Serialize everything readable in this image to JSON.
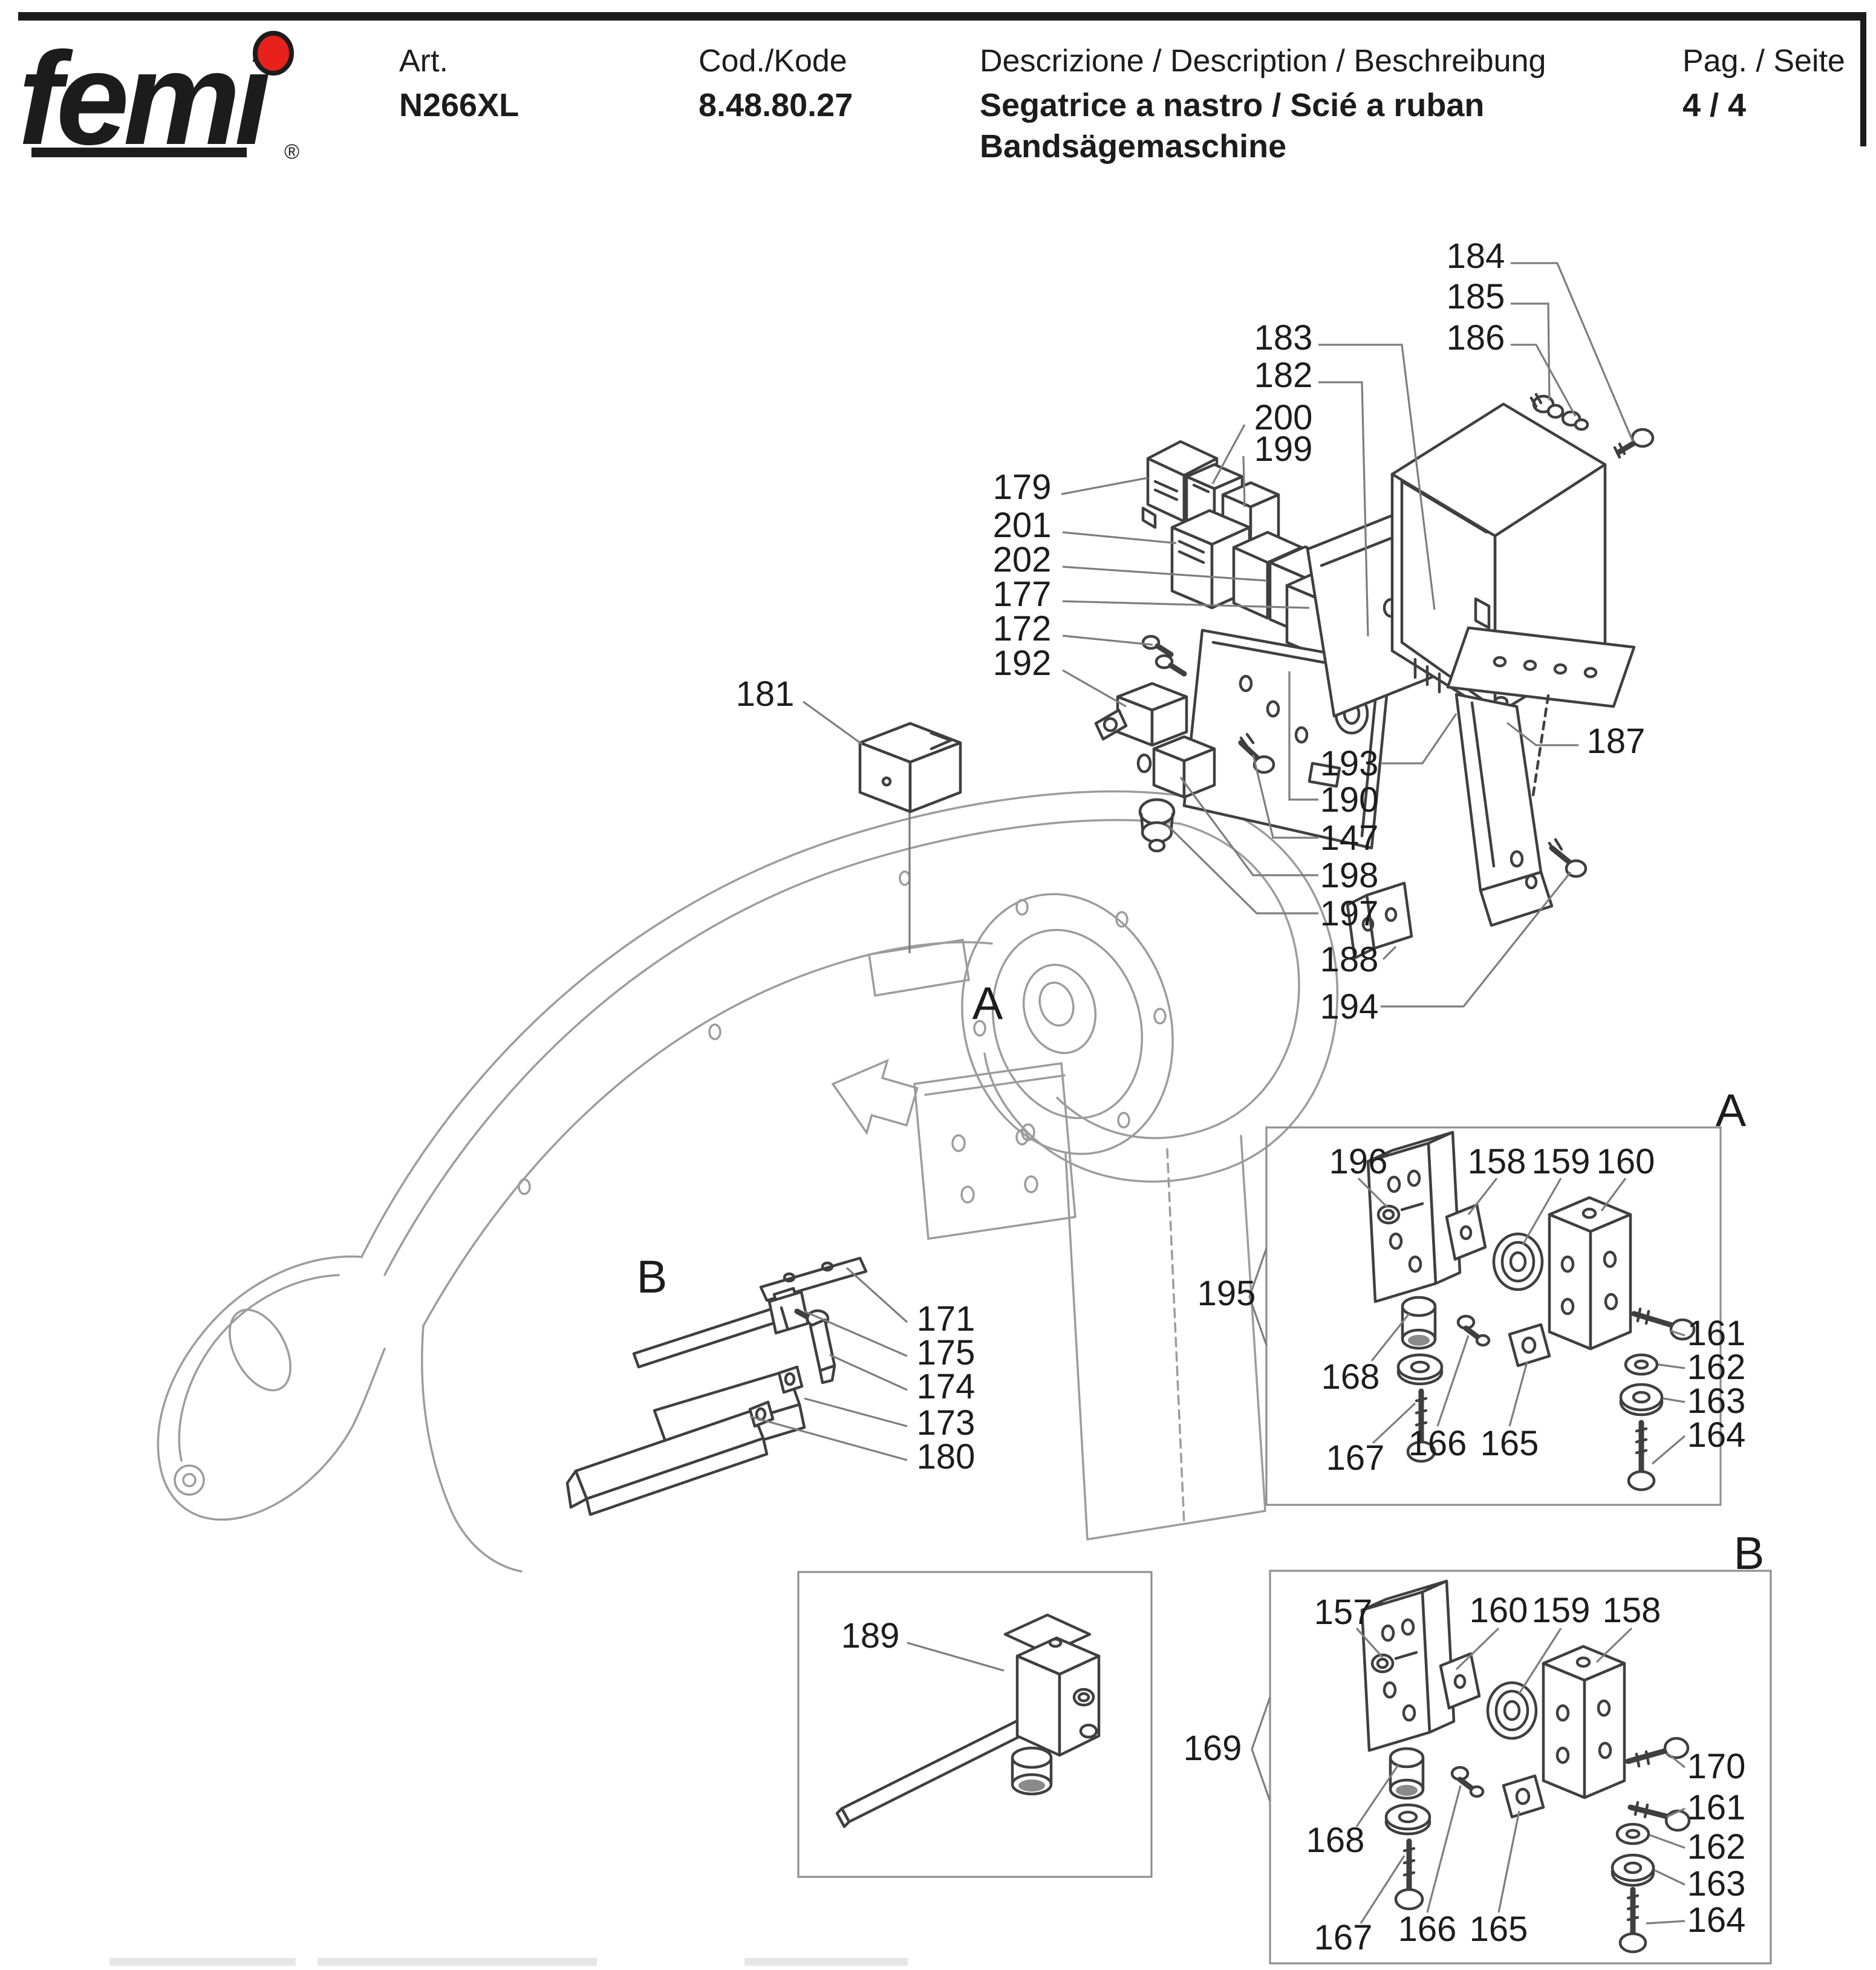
{
  "header": {
    "logo": {
      "text": "femi",
      "reg": "®",
      "dot_color": "#e8211d"
    },
    "art": {
      "label": "Art.",
      "value": "N266XL"
    },
    "code": {
      "label": "Cod./Kode",
      "value": "8.48.80.27"
    },
    "description": {
      "label": "Descrizione / Description / Beschreibung",
      "line1": "Segatrice a nastro / Scié a ruban",
      "line2": "Bandsägemaschine"
    },
    "page": {
      "label": "Pag. / Seite",
      "value": "4 / 4"
    }
  },
  "diagram": {
    "machine_label_a": "A",
    "machine_label_b": "B",
    "detail_box_a_label": "A",
    "detail_box_b_label": "B",
    "callouts": {
      "147": "147",
      "157": "157",
      "158": "158",
      "159": "159",
      "160": "160",
      "161": "161",
      "162": "162",
      "163": "163",
      "164": "164",
      "165": "165",
      "166": "166",
      "167": "167",
      "168": "168",
      "169": "169",
      "170": "170",
      "171": "171",
      "172": "172",
      "173": "173",
      "174": "174",
      "175": "175",
      "177": "177",
      "179": "179",
      "180": "180",
      "181": "181",
      "182": "182",
      "183": "183",
      "184": "184",
      "185": "185",
      "186": "186",
      "187": "187",
      "188": "188",
      "189": "189",
      "190": "190",
      "192": "192",
      "193": "193",
      "194": "194",
      "195": "195",
      "196": "196",
      "197": "197",
      "198": "198",
      "199": "199",
      "200": "200",
      "201": "201",
      "202": "202"
    }
  }
}
